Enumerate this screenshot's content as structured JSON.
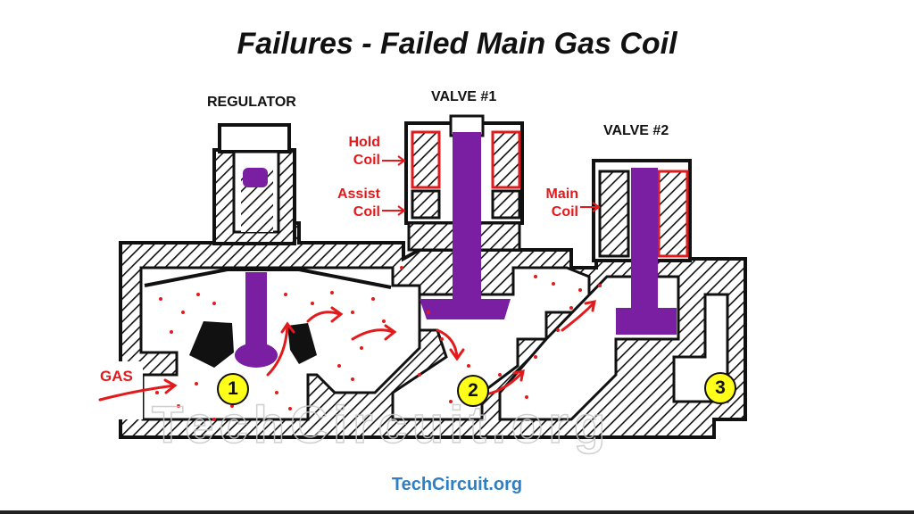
{
  "title": "Failures - Failed Main Gas Coil",
  "labels": {
    "regulator": "REGULATOR",
    "valve1": "VALVE #1",
    "valve2": "VALVE #2",
    "hold_coil": [
      "Hold",
      "Coil"
    ],
    "assist_coil": [
      "Assist",
      "Coil"
    ],
    "main_coil": [
      "Main",
      "Coil"
    ],
    "gas": "GAS"
  },
  "chambers": [
    "1",
    "2",
    "3"
  ],
  "watermark": "TechCircuit.org",
  "footer": "TechCircuit.org",
  "colors": {
    "plunger": "#7a1fa2",
    "gas_flow": "#e31a1c",
    "coil": "#e31a1c",
    "chamber_marker": "#ffff1a",
    "footer_text": "#2f7fc2"
  }
}
